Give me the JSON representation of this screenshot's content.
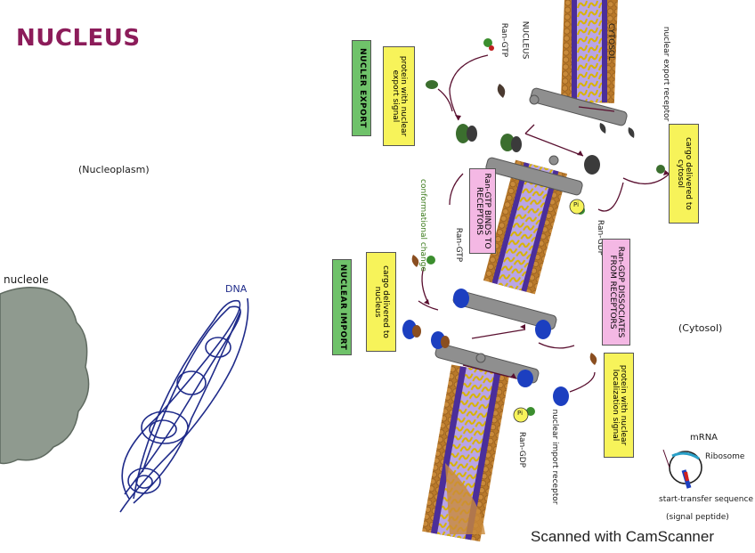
{
  "title": "NUCLEUS",
  "regions": {
    "nucleoplasm": "(Nucleoplasm)",
    "cytosol": "(Cytosol)",
    "nucleole": "nucleole",
    "dna": "DNA"
  },
  "pore_labels": {
    "cytosol": "CYTOSOL",
    "nucleus": "NUCLEUS",
    "nuclear_export_receptor": "nuclear export receptor",
    "nuclear_import_receptor": "nuclear import receptor"
  },
  "ran": {
    "ran_gtp_top": "Ran-GTP",
    "ran_gtp_mid": "Ran-GTP",
    "ran_gdp_top": "Ran-GDP",
    "ran_gdp_bottom": "Ran-GDP",
    "pi_top": "Pi",
    "pi_bottom": "Pi",
    "conformational": "conformational change"
  },
  "boxes": {
    "nuclear_export": "NUCLER EXPORT",
    "protein_export": "protein with nuclear export signal",
    "cargo_cytosol": "cargo delivered to cytosol",
    "ran_gtp_binds": "Ran-GTP BINDS TO RECEPTORS",
    "ran_gdp_dissociates": "Ran-GDP DISSOCIATES FROM RECEPTORS",
    "nuclear_import": "NUCLEAR IMPORT",
    "cargo_nucleus": "cargo delivered to nucleus",
    "protein_localization": "protein with nuclear localization signal"
  },
  "ribosome_inset": {
    "mrna": "mRNA",
    "ribosome": "Ribosome",
    "start_transfer": "start-transfer sequence",
    "signal_peptide": "(signal peptide)"
  },
  "footer": "Scanned with CamScanner"
}
